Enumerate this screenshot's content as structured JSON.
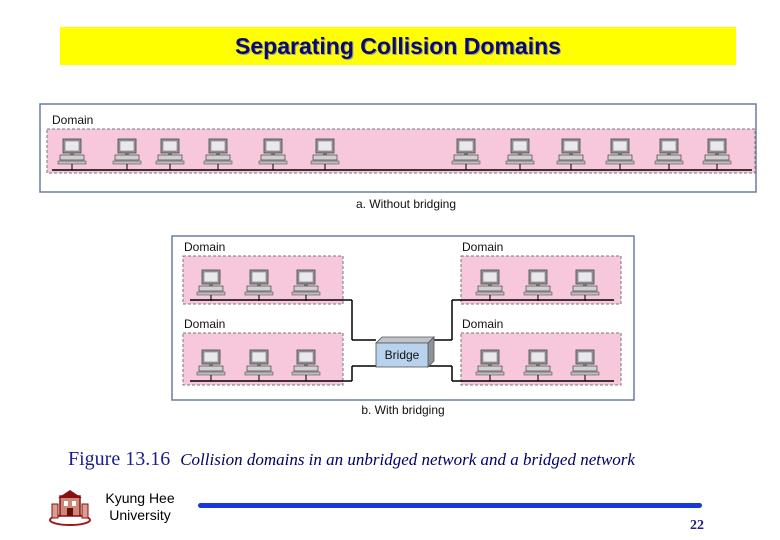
{
  "slide": {
    "title": "Separating Collision Domains",
    "page_number": "22"
  },
  "diagram": {
    "panel_a": {
      "domain_label": "Domain",
      "caption": "a. Without bridging"
    },
    "panel_b": {
      "domain_labels": [
        "Domain",
        "Domain",
        "Domain",
        "Domain"
      ],
      "bridge_label": "Bridge",
      "caption": "b. With bridging"
    }
  },
  "figure": {
    "number": "Figure 13.16",
    "text": "Collision domains in an unbridged network and a bridged network"
  },
  "footer": {
    "university_line1": "Kyung Hee",
    "university_line2": "University"
  },
  "colors": {
    "title_bar": "#ffff00",
    "domain_fill": "#f7c8dc",
    "accent_line": "#1838d8"
  }
}
